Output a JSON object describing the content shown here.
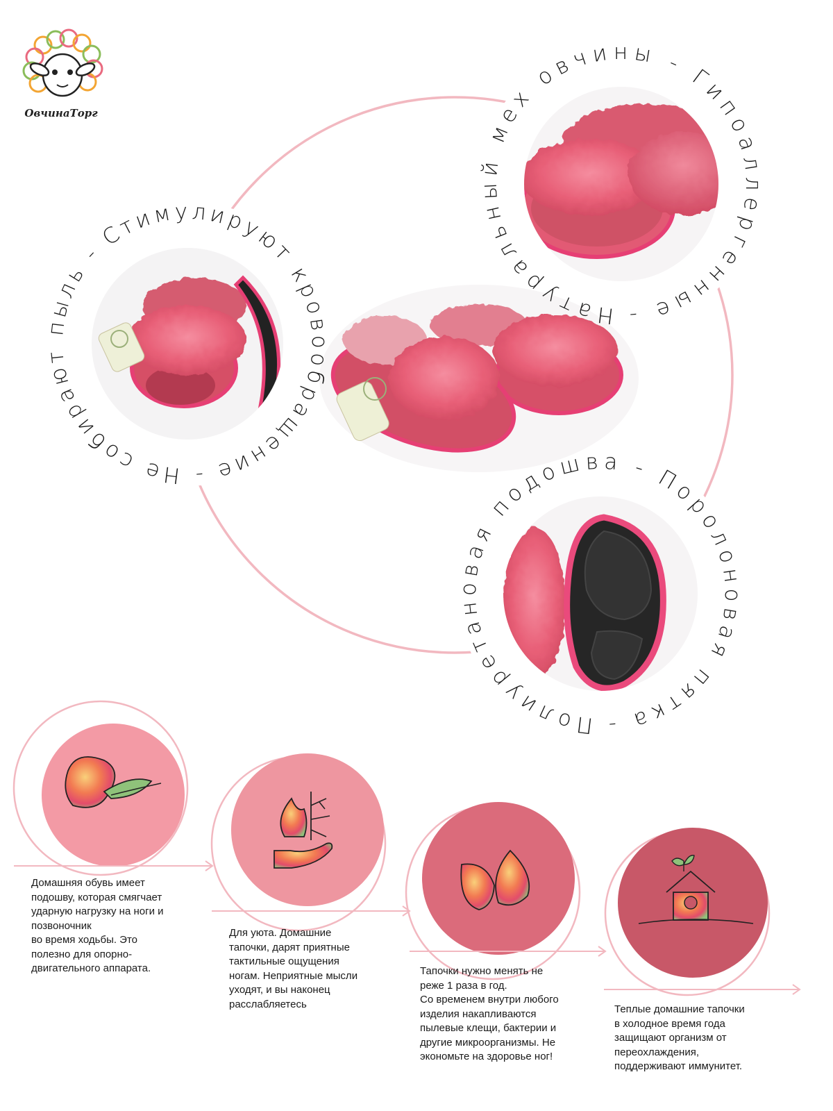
{
  "brand": {
    "name": "ОвчинаТорг",
    "mascot": "sheep-icon"
  },
  "features": {
    "top": "Натуральный мех овчины - Гипоаллергенные -",
    "left": "Не собирают пыль - Стимулируют кровообращение -",
    "bottom": "Полиуретановая подошва - Поролоновая пятка -"
  },
  "benefits": [
    {
      "icon": "feather-icon",
      "text": "Домашняя обувь имеет\nподошву, которая смягчает\nударную нагрузку на ноги и\nпозвоночник\nво время ходьбы. Это\nполезно для опорно-\nдвигательного аппарата.",
      "color": "#f39aa5"
    },
    {
      "icon": "hand-fire-snowflake-icon",
      "text": "Для уюта. Домашние\nтапочки, дарят приятные\nтактильные ощущения\nногам. Неприятные мысли\nуходят, и вы наконец\nрасслабляетесь",
      "color": "#ee96a0"
    },
    {
      "icon": "leaves-icon",
      "text": "Тапочки нужно менять не\nреже 1 раза в год.\nСо временем внутри любого\nизделия накапливаются\nпылевые клещи, бактерии и\nдругие микроорганизмы. Не\nэкономьте на здоровье ног!",
      "color": "#db6b7b"
    },
    {
      "icon": "house-icon",
      "text": "Теплые домашние тапочки\nв холодное время года\nзащищают организм от\nпереохлаждения,\nподдерживают иммунитет.",
      "color": "#c85868"
    }
  ],
  "colors": {
    "accent_line": "#f2b8c0",
    "fur": "#e85a72",
    "sole": "#2a2a2a"
  }
}
